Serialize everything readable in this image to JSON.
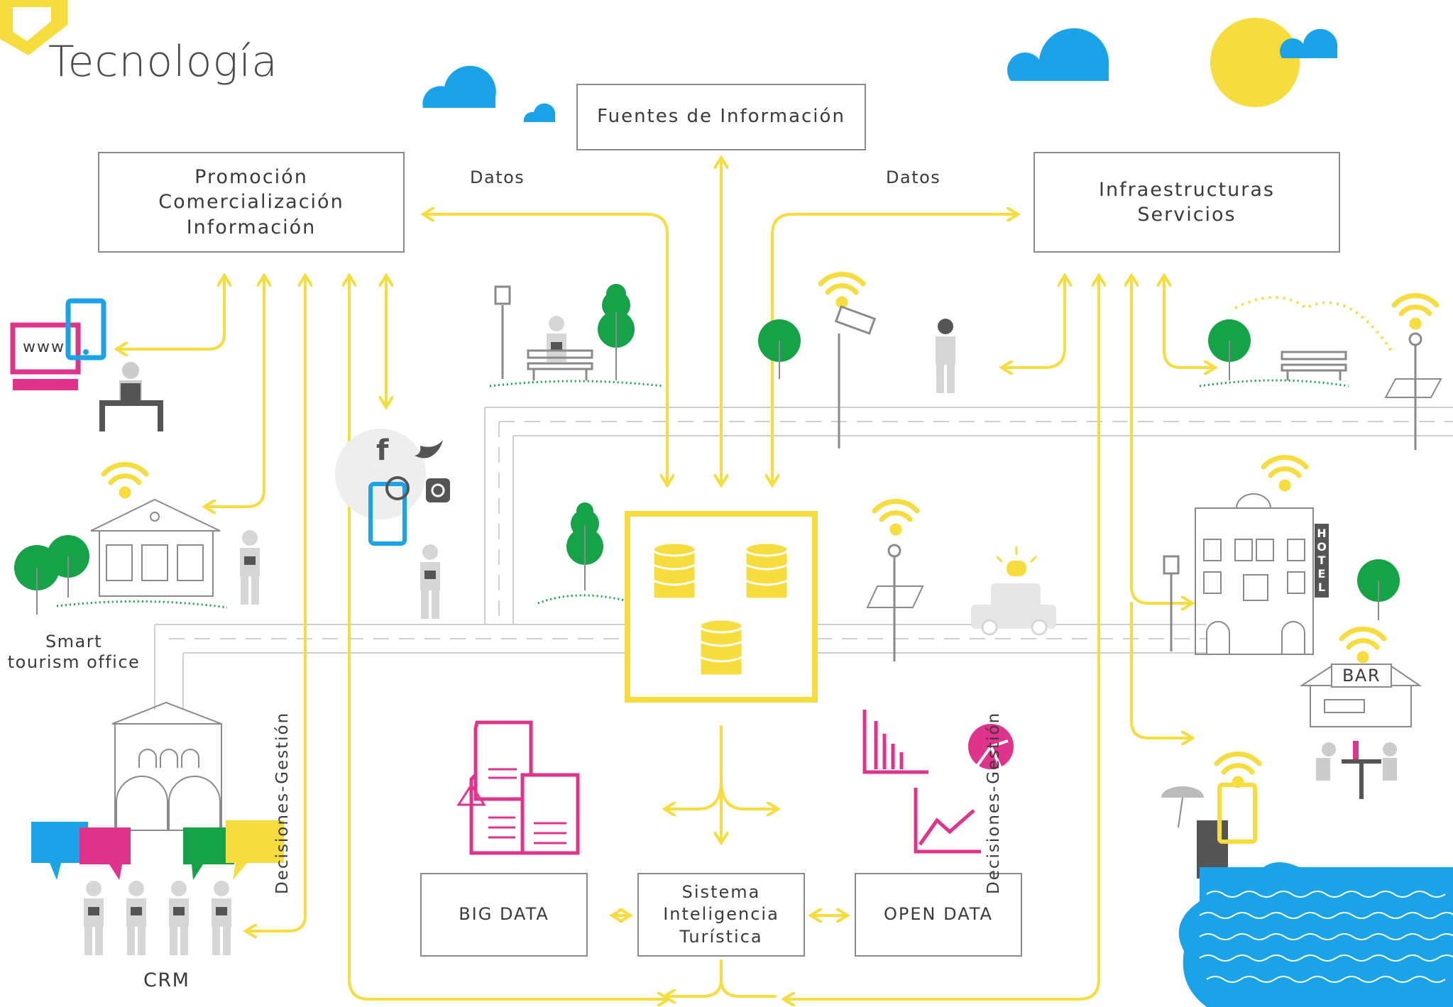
{
  "title": "Tecnología",
  "boxes": {
    "fuentes": "Fuentes de Información",
    "promocion": "Promoción\nComercialización\nInformación",
    "infraestructuras": "Infraestructuras\nServicios",
    "big_data": "BIG DATA",
    "sistema": "Sistema\nInteligencia\nTurística",
    "open_data": "OPEN DATA"
  },
  "labels": {
    "datos_left": "Datos",
    "datos_right": "Datos",
    "decisiones_left": "Decisiones-Gestión",
    "decisiones_right": "Decisiones-Gestión",
    "smart_office": "Smart\ntourism office",
    "crm": "CRM",
    "www": "www",
    "hotel": "HOTEL",
    "bar": "BAR"
  },
  "colors": {
    "yellow": "#f6dc3c",
    "magenta": "#e0338b",
    "blue": "#1aa3e8",
    "green": "#16a347",
    "gray": "#8a8a8a"
  }
}
